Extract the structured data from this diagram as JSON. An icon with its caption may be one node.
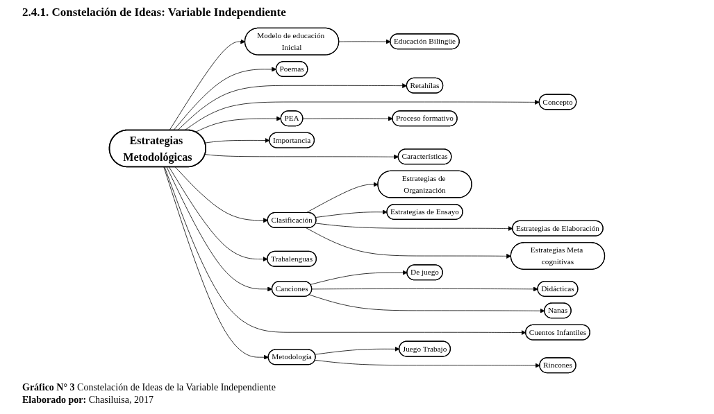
{
  "diagram": {
    "title": "2.4.1. Constelación de Ideas: Variable Independiente",
    "nodes": [
      {
        "text": [
          "Proceso formativo"
        ]
      },
      {
        "text": [
          "Concepto"
        ]
      },
      {
        "text": [
          "Educación Bilingüe"
        ]
      },
      {
        "text": [
          "PEA"
        ]
      },
      {
        "text": [
          "Retahílas"
        ]
      },
      {
        "text": [
          "Modelo de educación Inicial"
        ]
      },
      {
        "text": [
          "Poemas"
        ]
      },
      {
        "text": [
          "Importancia"
        ]
      },
      {
        "text": [
          "Características"
        ]
      },
      {
        "text": [
          "De juego"
        ]
      },
      {
        "text": [
          "Trabalenguas"
        ]
      },
      {
        "text": [
          "Estrategias Metodológicas"
        ]
      },
      {
        "text": [
          "Clasificación"
        ]
      },
      {
        "text": [
          "Canciones"
        ]
      },
      {
        "text": [
          "Estrategias de Organización"
        ]
      },
      {
        "text": [
          "Didácticas"
        ]
      },
      {
        "text": [
          "Estrategias de Ensayo"
        ]
      },
      {
        "text": [
          "Estrategias Meta cognitivas"
        ]
      },
      {
        "text": [
          "Nanas"
        ]
      },
      {
        "text": [
          "Cuentos Infantiles"
        ]
      },
      {
        "text": [
          "Metodología"
        ]
      },
      {
        "text": [
          "Estrategias de Elaboración"
        ]
      },
      {
        "text": [
          "Rincones"
        ]
      },
      {
        "text": [
          "Juego Trabajo"
        ]
      }
    ],
    "edges": [
      {
        "from": 11,
        "to": 5,
        "arrow": "to"
      },
      {
        "from": 5,
        "to": 2,
        "arrow": "to"
      },
      {
        "from": 11,
        "to": 6,
        "arrow": "to"
      },
      {
        "from": 11,
        "to": 4,
        "arrow": "to"
      },
      {
        "from": 11,
        "to": 1,
        "arrow": "to"
      },
      {
        "from": 11,
        "to": 3,
        "arrow": "to"
      },
      {
        "from": 3,
        "to": 0,
        "arrow": "to"
      },
      {
        "from": 11,
        "to": 7,
        "arrow": "to"
      },
      {
        "from": 11,
        "to": 8,
        "arrow": "to"
      },
      {
        "from": 11,
        "to": 12,
        "arrow": "to"
      },
      {
        "from": 12,
        "to": 14,
        "arrow": "to"
      },
      {
        "from": 12,
        "to": 16,
        "arrow": "to"
      },
      {
        "from": 12,
        "to": 21,
        "arrow": "to"
      },
      {
        "from": 12,
        "to": 17,
        "arrow": "to"
      },
      {
        "from": 11,
        "to": 10,
        "arrow": "to"
      },
      {
        "from": 11,
        "to": 13,
        "arrow": "to"
      },
      {
        "from": 13,
        "to": 9,
        "arrow": "to"
      },
      {
        "from": 13,
        "to": 15,
        "arrow": "to"
      },
      {
        "from": 13,
        "to": 18,
        "arrow": "to"
      },
      {
        "from": 11,
        "to": 19,
        "arrow": "to"
      },
      {
        "from": 11,
        "to": 20,
        "arrow": "to"
      },
      {
        "from": 20,
        "to": 23,
        "arrow": "to"
      },
      {
        "from": 20,
        "to": 22,
        "arrow": "to"
      }
    ],
    "caption": "**Gráfico N° 3** Constelación de Ideas de la Variable Independiente",
    "labels": [
      "**Elaborado por:** Chasiluisa, 2017"
    ]
  }
}
